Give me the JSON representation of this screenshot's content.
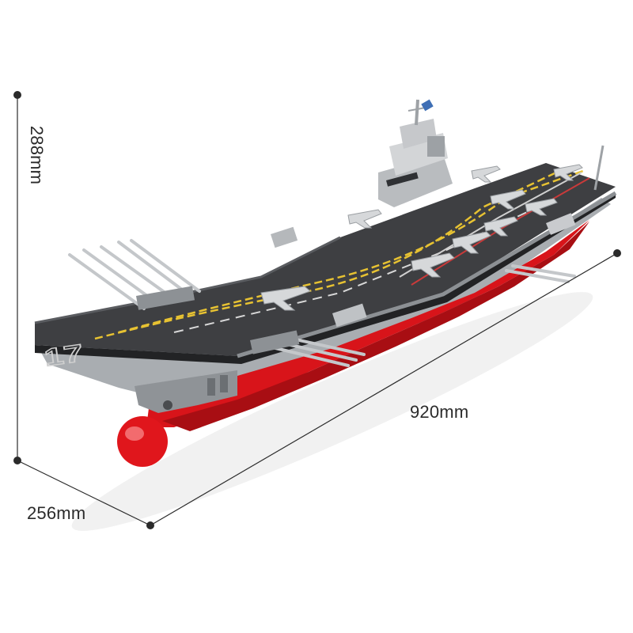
{
  "product": {
    "hull_number": "17"
  },
  "dimensions": {
    "height": "288mm",
    "length": "920mm",
    "width": "256mm"
  },
  "colors": {
    "background": "#ffffff",
    "deck": "#3e3f42",
    "hull_red": "#d8141a",
    "hull_grey": "#9ea2a6",
    "deck_markings": "#e7c232",
    "dimension_line": "#2b2b2b"
  }
}
